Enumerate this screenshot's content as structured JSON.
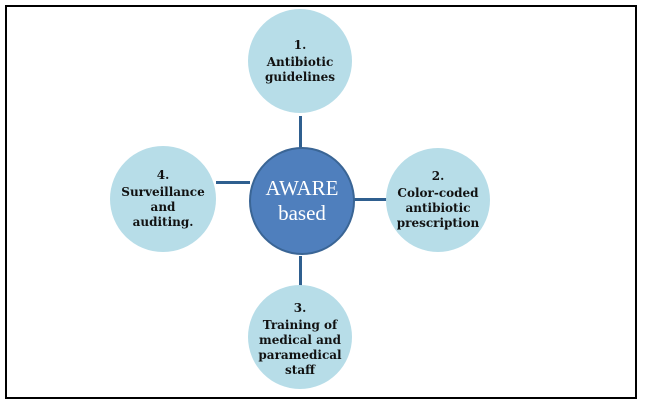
{
  "diagram": {
    "center": {
      "label": "AWARE\nbased"
    },
    "nodes": [
      {
        "number": "1.",
        "label": "Antibiotic\nguidelines"
      },
      {
        "number": "2.",
        "label": "Color-coded\nantibiotic\nprescription"
      },
      {
        "number": "3.",
        "label": "Training of\nmedical and\nparamedical\nstaff"
      },
      {
        "number": "4.",
        "label": "Surveillance\nand\nauditing."
      }
    ]
  },
  "colors": {
    "node_fill": "#b7dde8",
    "center_fill": "#4f7fbd",
    "connector": "#2f5f8f",
    "frame": "#000000"
  }
}
